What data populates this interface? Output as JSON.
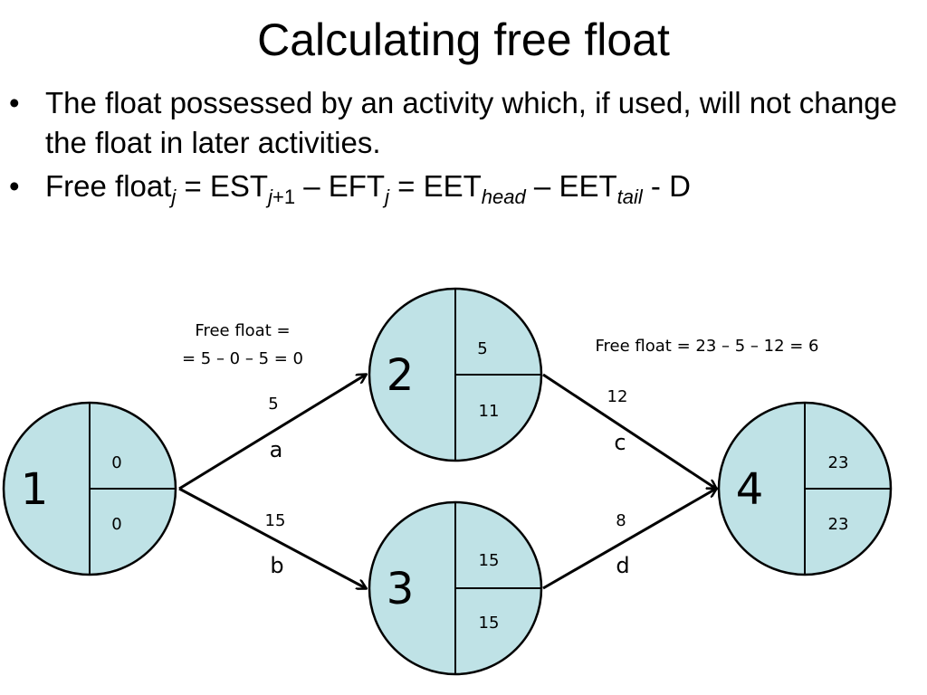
{
  "title": "Calculating free float",
  "bullets": {
    "b1": "The float possessed by an activity which, if used, will not change the float in later activities.",
    "b2": {
      "p1": "Free float",
      "s1": "j",
      "p2": " = EST",
      "s2": "j",
      "s2b": "+1",
      "p3": " – EFT",
      "s3": "j",
      "p4": " = EET",
      "s4": "head",
      "p5": " – EET",
      "s5": "tail",
      "p6": " - D"
    }
  },
  "nodes": [
    {
      "label": "1",
      "top": "0",
      "bottom": "0"
    },
    {
      "label": "2",
      "top": "5",
      "bottom": "11"
    },
    {
      "label": "3",
      "top": "15",
      "bottom": "15"
    },
    {
      "label": "4",
      "top": "23",
      "bottom": "23"
    }
  ],
  "activities": [
    {
      "name": "a",
      "duration": "5"
    },
    {
      "name": "b",
      "duration": "15"
    },
    {
      "name": "c",
      "duration": "12"
    },
    {
      "name": "d",
      "duration": "8"
    }
  ],
  "notes": {
    "a_line1": "Free float =",
    "a_line2": "= 5 – 0 – 5 = 0",
    "c_line1": "Free float = 23 – 5 – 12 = 6"
  },
  "colors": {
    "node_fill": "#bfe2e6",
    "stroke": "#000000"
  }
}
